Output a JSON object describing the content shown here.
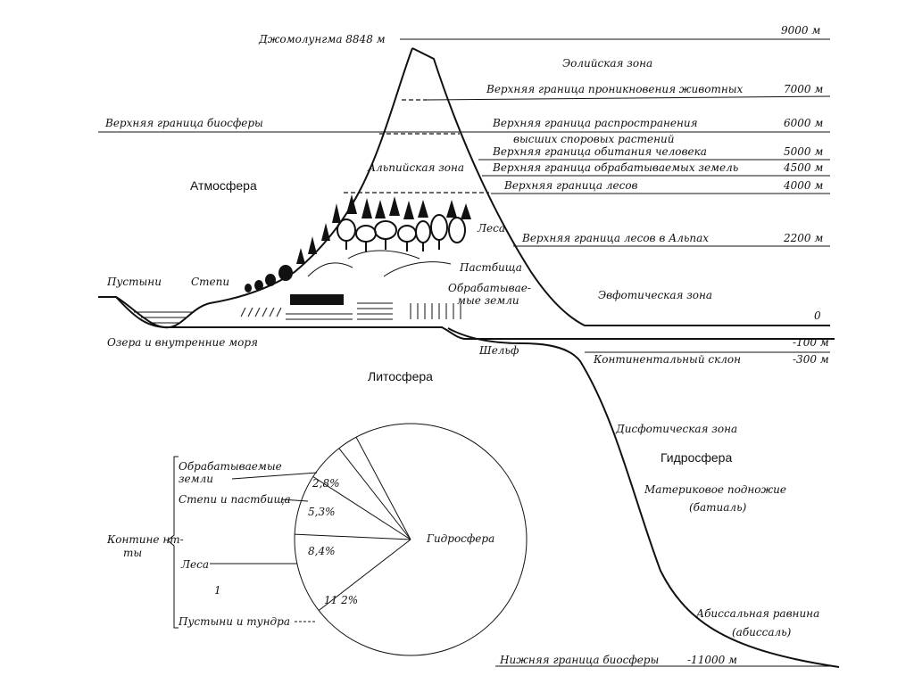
{
  "peak": {
    "label": "Джомолунгма 8848 м"
  },
  "spheres": {
    "atmosphere": "Атмосфера",
    "lithosphere": "Литосфера",
    "hydrosphere": "Гидросфера"
  },
  "altitude_levels": [
    {
      "label": "Эолийская зона",
      "value": "9000 м"
    },
    {
      "label": "Верхняя граница проникновения животных",
      "value": "7000 м"
    },
    {
      "label": "Верхняя граница распространения",
      "label2": "высших споровых растений",
      "value": "6000 м"
    },
    {
      "label": "Верхняя граница обитания человека",
      "value": "5000 м"
    },
    {
      "label": "Верхняя граница обрабатываемых земель",
      "value": "4500 м"
    },
    {
      "label": "Верхняя граница лесов",
      "value": "4000 м"
    },
    {
      "label": "Верхняя граница лесов в Альпах",
      "value": "2200 м"
    }
  ],
  "land_labels": {
    "biosphere_upper": "Верхняя граница биосферы",
    "alpine_zone": "Альпийская зона",
    "forests": "Леса",
    "pastures": "Пастбища",
    "cultivated_1": "Обрабатывае-",
    "cultivated_2": "мые земли",
    "deserts": "Пустыни",
    "steppes": "Степи",
    "lakes": "Озера и внутренние моря"
  },
  "sea_labels": {
    "euphotic": "Эвфотическая зона",
    "sea_level": "0",
    "shelf": "Шельф",
    "depth_100": "-100 м",
    "continental_slope": "Континентальный склон",
    "depth_300": "-300 м",
    "dysphotic": "Дисфотическая зона",
    "foot_1": "Материковое подножие",
    "foot_2": "(батиаль)",
    "abyssal_1": "Абиссальная равнина",
    "abyssal_2": "(абиссаль)",
    "biosphere_lower": "Нижняя граница биосферы",
    "biosphere_lower_value": "-11000 м"
  },
  "pie": {
    "center_label": "Гидросфера",
    "continents_label_1": "Контине нт-",
    "continents_label_2": "ты",
    "stray_mark": "1",
    "slices": [
      {
        "label_1": "Обрабатываемые",
        "label_2": "земли",
        "value": 2.8,
        "value_text": "2,8%"
      },
      {
        "label_1": "Степи и пастбища",
        "label_2": "",
        "value": 5.3,
        "value_text": "5,3%"
      },
      {
        "label_1": "Леса",
        "label_2": "",
        "value": 8.4,
        "value_text": "8,4%"
      },
      {
        "label_1": "Пустыни и тундра",
        "label_2": "",
        "value": 11.2,
        "value_text": "11 2%"
      }
    ]
  }
}
